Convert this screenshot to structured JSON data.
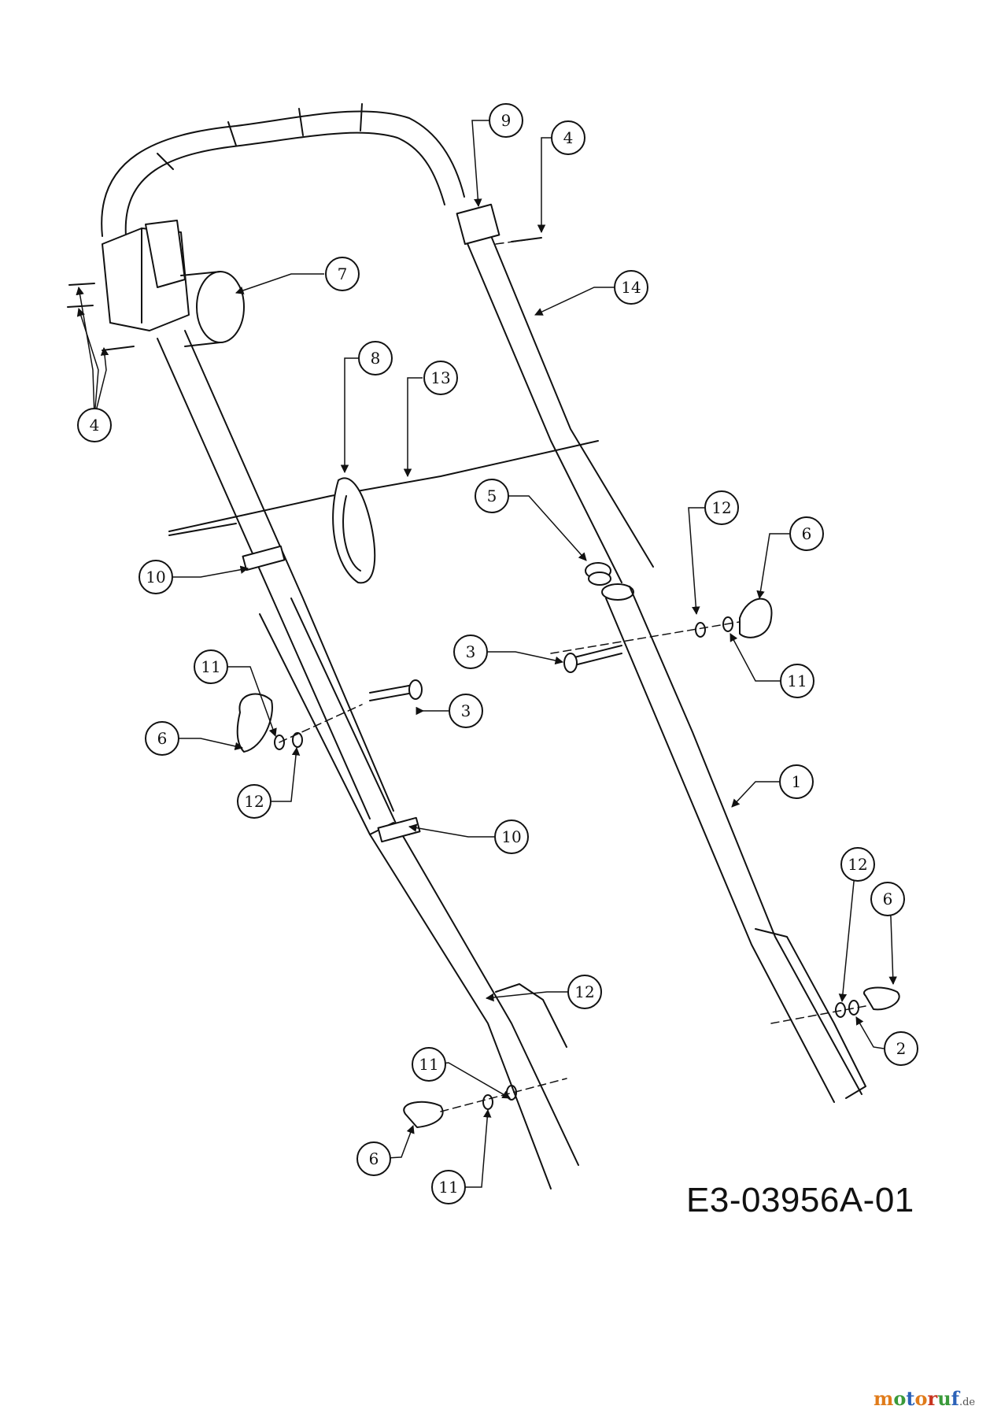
{
  "drawing_code": "E3-03956A-01",
  "watermark": {
    "brand": "motoruf",
    "tld": ".de"
  },
  "callouts": [
    {
      "label": "9"
    },
    {
      "label": "4"
    },
    {
      "label": "7"
    },
    {
      "label": "14"
    },
    {
      "label": "4"
    },
    {
      "label": "8"
    },
    {
      "label": "13"
    },
    {
      "label": "5"
    },
    {
      "label": "12"
    },
    {
      "label": "6"
    },
    {
      "label": "10"
    },
    {
      "label": "3"
    },
    {
      "label": "11"
    },
    {
      "label": "11"
    },
    {
      "label": "3"
    },
    {
      "label": "6"
    },
    {
      "label": "12"
    },
    {
      "label": "10"
    },
    {
      "label": "1"
    },
    {
      "label": "12"
    },
    {
      "label": "6"
    },
    {
      "label": "2"
    },
    {
      "label": "11"
    },
    {
      "label": "12"
    },
    {
      "label": "6"
    },
    {
      "label": "11"
    }
  ]
}
